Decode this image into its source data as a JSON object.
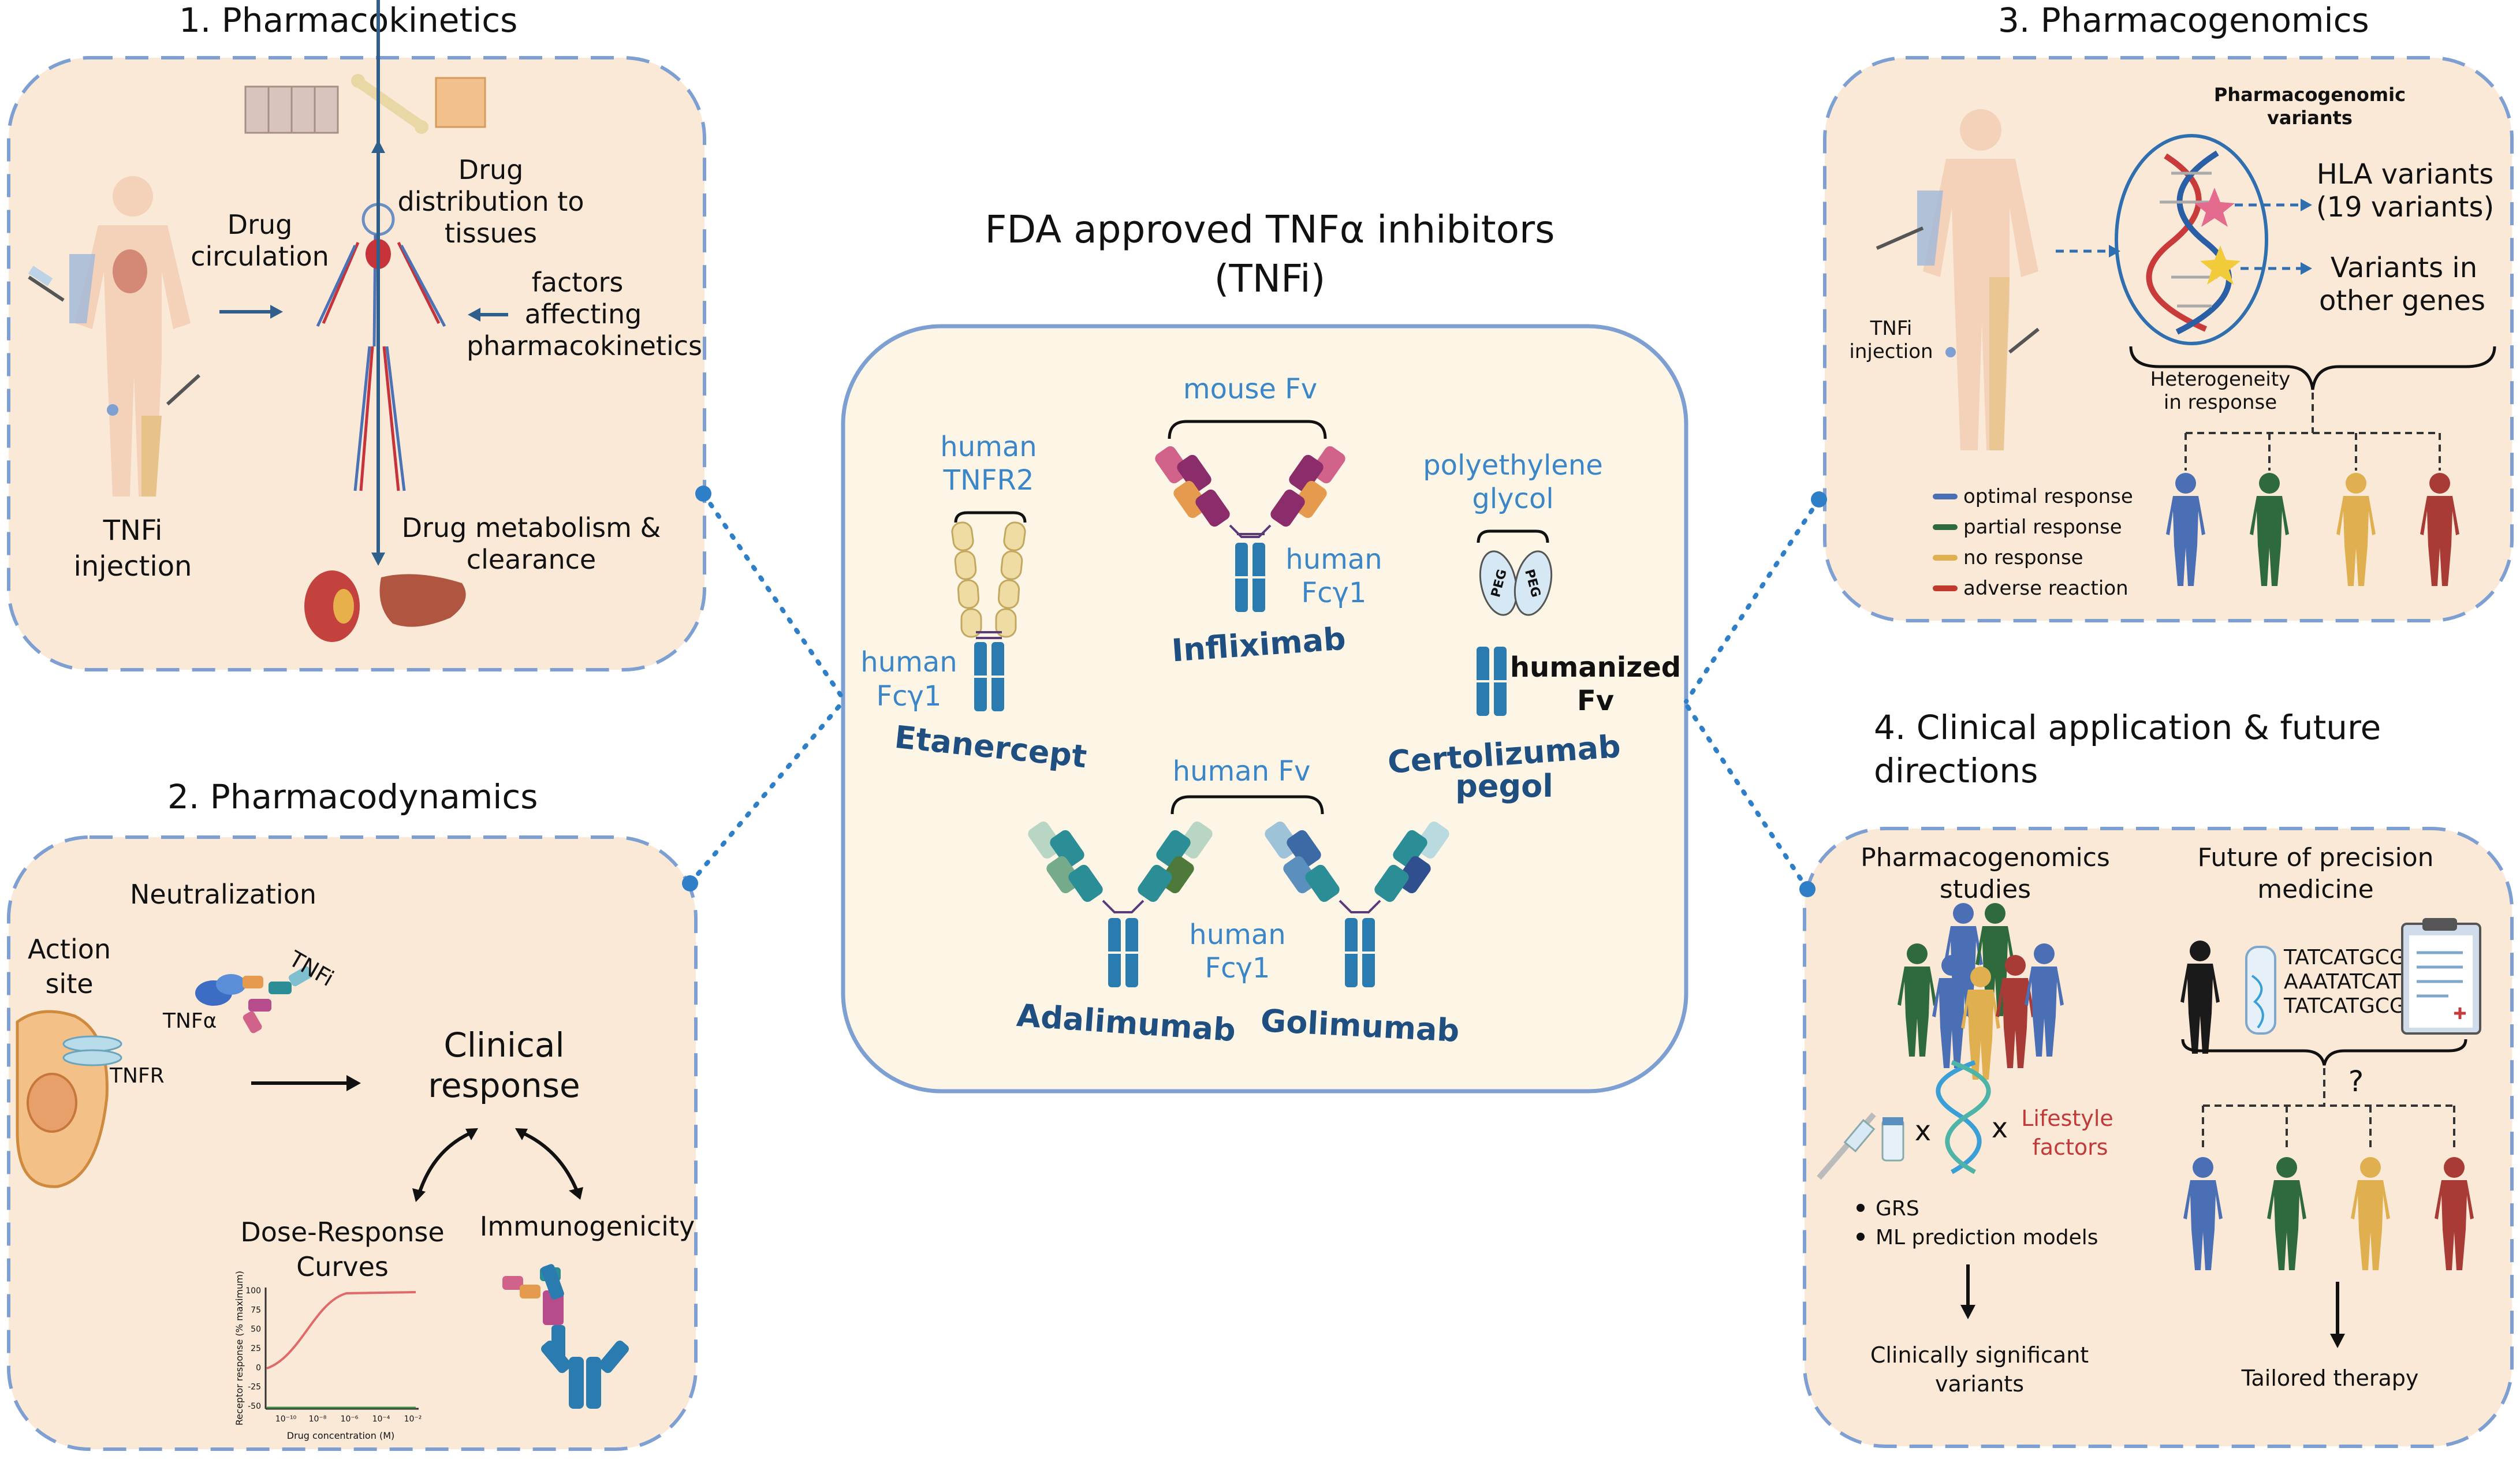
{
  "center": {
    "title_line1": "FDA approved TNFα inhibitors",
    "title_line2": "(TNFi)",
    "etanercept": {
      "name": "Etanercept",
      "top_label_1": "human",
      "top_label_2": "TNFR2",
      "side_label_1": "human",
      "side_label_2": "Fcγ1"
    },
    "infliximab": {
      "name": "Infliximab",
      "top_label": "mouse Fv",
      "side_label_1": "human",
      "side_label_2": "Fcγ1"
    },
    "certolizumab": {
      "name_1": "Certolizumab",
      "name_2": "pegol",
      "top_label_1": "polyethylene",
      "top_label_2": "glycol",
      "peg": "PEG",
      "side_label_1": "humanized",
      "side_label_2": "Fv"
    },
    "adalimumab": {
      "name": "Adalimumab"
    },
    "golimumab": {
      "name": "Golimumab"
    },
    "shared": {
      "top_label": "human Fv",
      "side_label_1": "human",
      "side_label_2": "Fcγ1"
    }
  },
  "panel1": {
    "title": "1.  Pharmacokinetics",
    "injection_1": "TNFi",
    "injection_2": "injection",
    "circulation_1": "Drug",
    "circulation_2": "circulation",
    "distribution_1": "Drug",
    "distribution_2": "distribution to",
    "distribution_3": "tissues",
    "factors_1": "factors",
    "factors_2": "affecting",
    "factors_3": "pharmacokinetics",
    "metabolism_1": "Drug metabolism &",
    "metabolism_2": "clearance"
  },
  "panel2": {
    "title": "2. Pharmacodynamics",
    "neutralization": "Neutralization",
    "action_1": "Action",
    "action_2": "site",
    "tnfi": "TNFi",
    "tnfa": "TNFα",
    "tnfr": "TNFR",
    "clinical_1": "Clinical",
    "clinical_2": "response",
    "dose_1": "Dose-Response",
    "dose_2": "Curves",
    "immuno": "Immunogenicity",
    "plot": {
      "ylabel": "Receptor response (% maximum)",
      "xlabel": "Drug concentration (M)",
      "yticks": [
        "100",
        "75",
        "50",
        "25",
        "0",
        "-25",
        "-50"
      ],
      "xticks": [
        "10⁻¹⁰",
        "10⁻⁸",
        "10⁻⁶",
        "10⁻⁴",
        "10⁻²"
      ]
    }
  },
  "panel3": {
    "title": "3. Pharmacogenomics",
    "variants_head_1": "Pharmacogenomic",
    "variants_head_2": "variants",
    "hla_1": "HLA variants",
    "hla_2": "(19 variants)",
    "other_1": "Variants in",
    "other_2": "other genes",
    "injection_1": "TNFi",
    "injection_2": "injection",
    "hetero_1": "Heterogeneity",
    "hetero_2": "in response",
    "legend": [
      {
        "label": "optimal response",
        "color": "#4a6fb5"
      },
      {
        "label": "partial response",
        "color": "#2f6a3d"
      },
      {
        "label": "no response",
        "color": "#e0b050"
      },
      {
        "label": "adverse reaction",
        "color": "#c0392b"
      }
    ]
  },
  "panel4": {
    "title_1": "4. Clinical application & future",
    "title_2": "directions",
    "pgx_1": "Pharmacogenomics",
    "pgx_2": "studies",
    "future_1": "Future of precision",
    "future_2": "medicine",
    "times": "x",
    "lifestyle_1": "Lifestyle",
    "lifestyle_2": "factors",
    "bullet_1": "GRS",
    "bullet_2": "ML prediction models",
    "sig_1": "Clinically significant",
    "sig_2": "variants",
    "question": "?",
    "tailored": "Tailored therapy",
    "dna_seq": [
      "TATCATGCGC",
      "AAATATCATG",
      "TATCATGCG"
    ]
  },
  "colors": {
    "panel_fill": "#fbe9d7",
    "center_fill": "#fdf6e6",
    "border": "#7e9fd1",
    "ab_blue": "#2a7bb0",
    "label_blue": "#3a86c8",
    "name_navy": "#1f4f80"
  }
}
